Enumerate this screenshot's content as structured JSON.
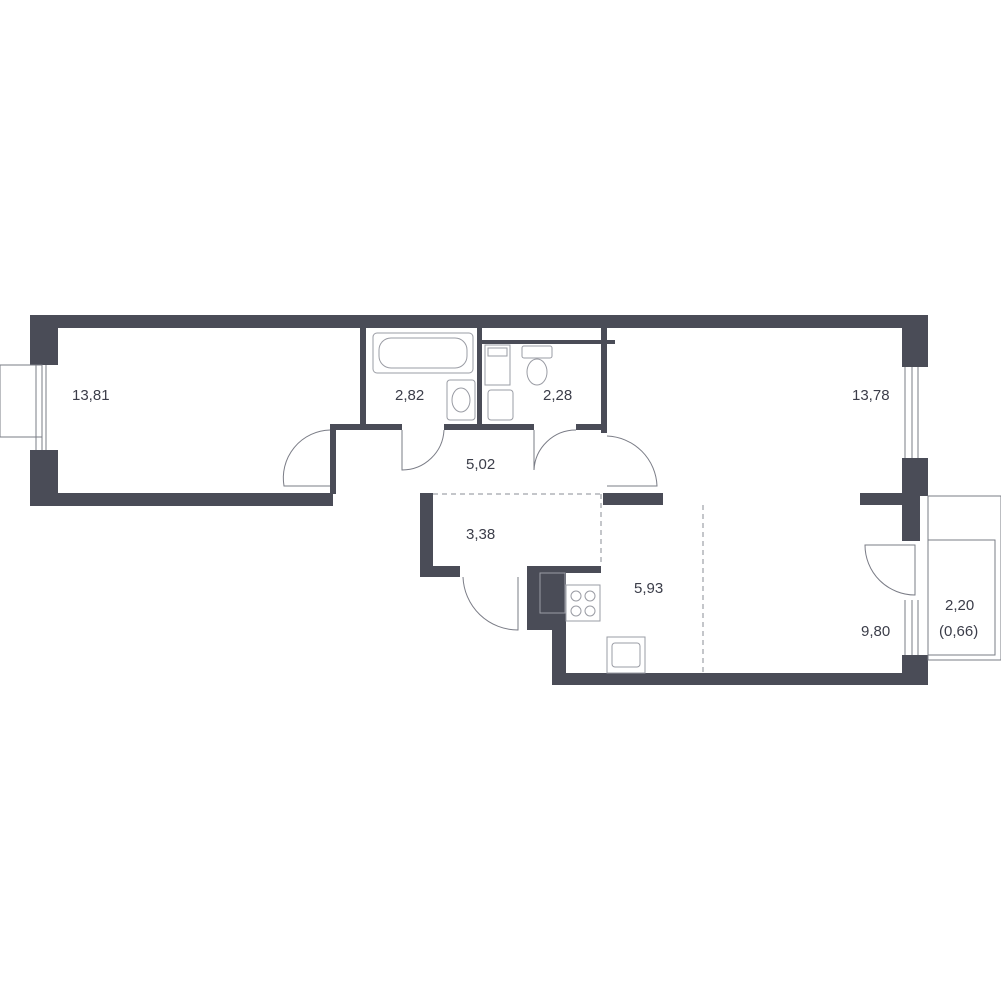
{
  "plan": {
    "rooms": [
      {
        "id": "living-room-left",
        "area": "13,81"
      },
      {
        "id": "bathroom",
        "area": "2,82"
      },
      {
        "id": "toilet",
        "area": "2,28"
      },
      {
        "id": "bedroom-right",
        "area": "13,78"
      },
      {
        "id": "hallway",
        "area": "5,02"
      },
      {
        "id": "entry",
        "area": "3,38"
      },
      {
        "id": "kitchen",
        "area": "5,93"
      },
      {
        "id": "living-kitchen-zone",
        "area": "9,80"
      },
      {
        "id": "balcony",
        "area": "2,20",
        "area_reduced": "(0,66)"
      }
    ],
    "colors": {
      "wall": "#4a4c57",
      "text": "#3b3d49",
      "line": "#7a7c86"
    }
  }
}
